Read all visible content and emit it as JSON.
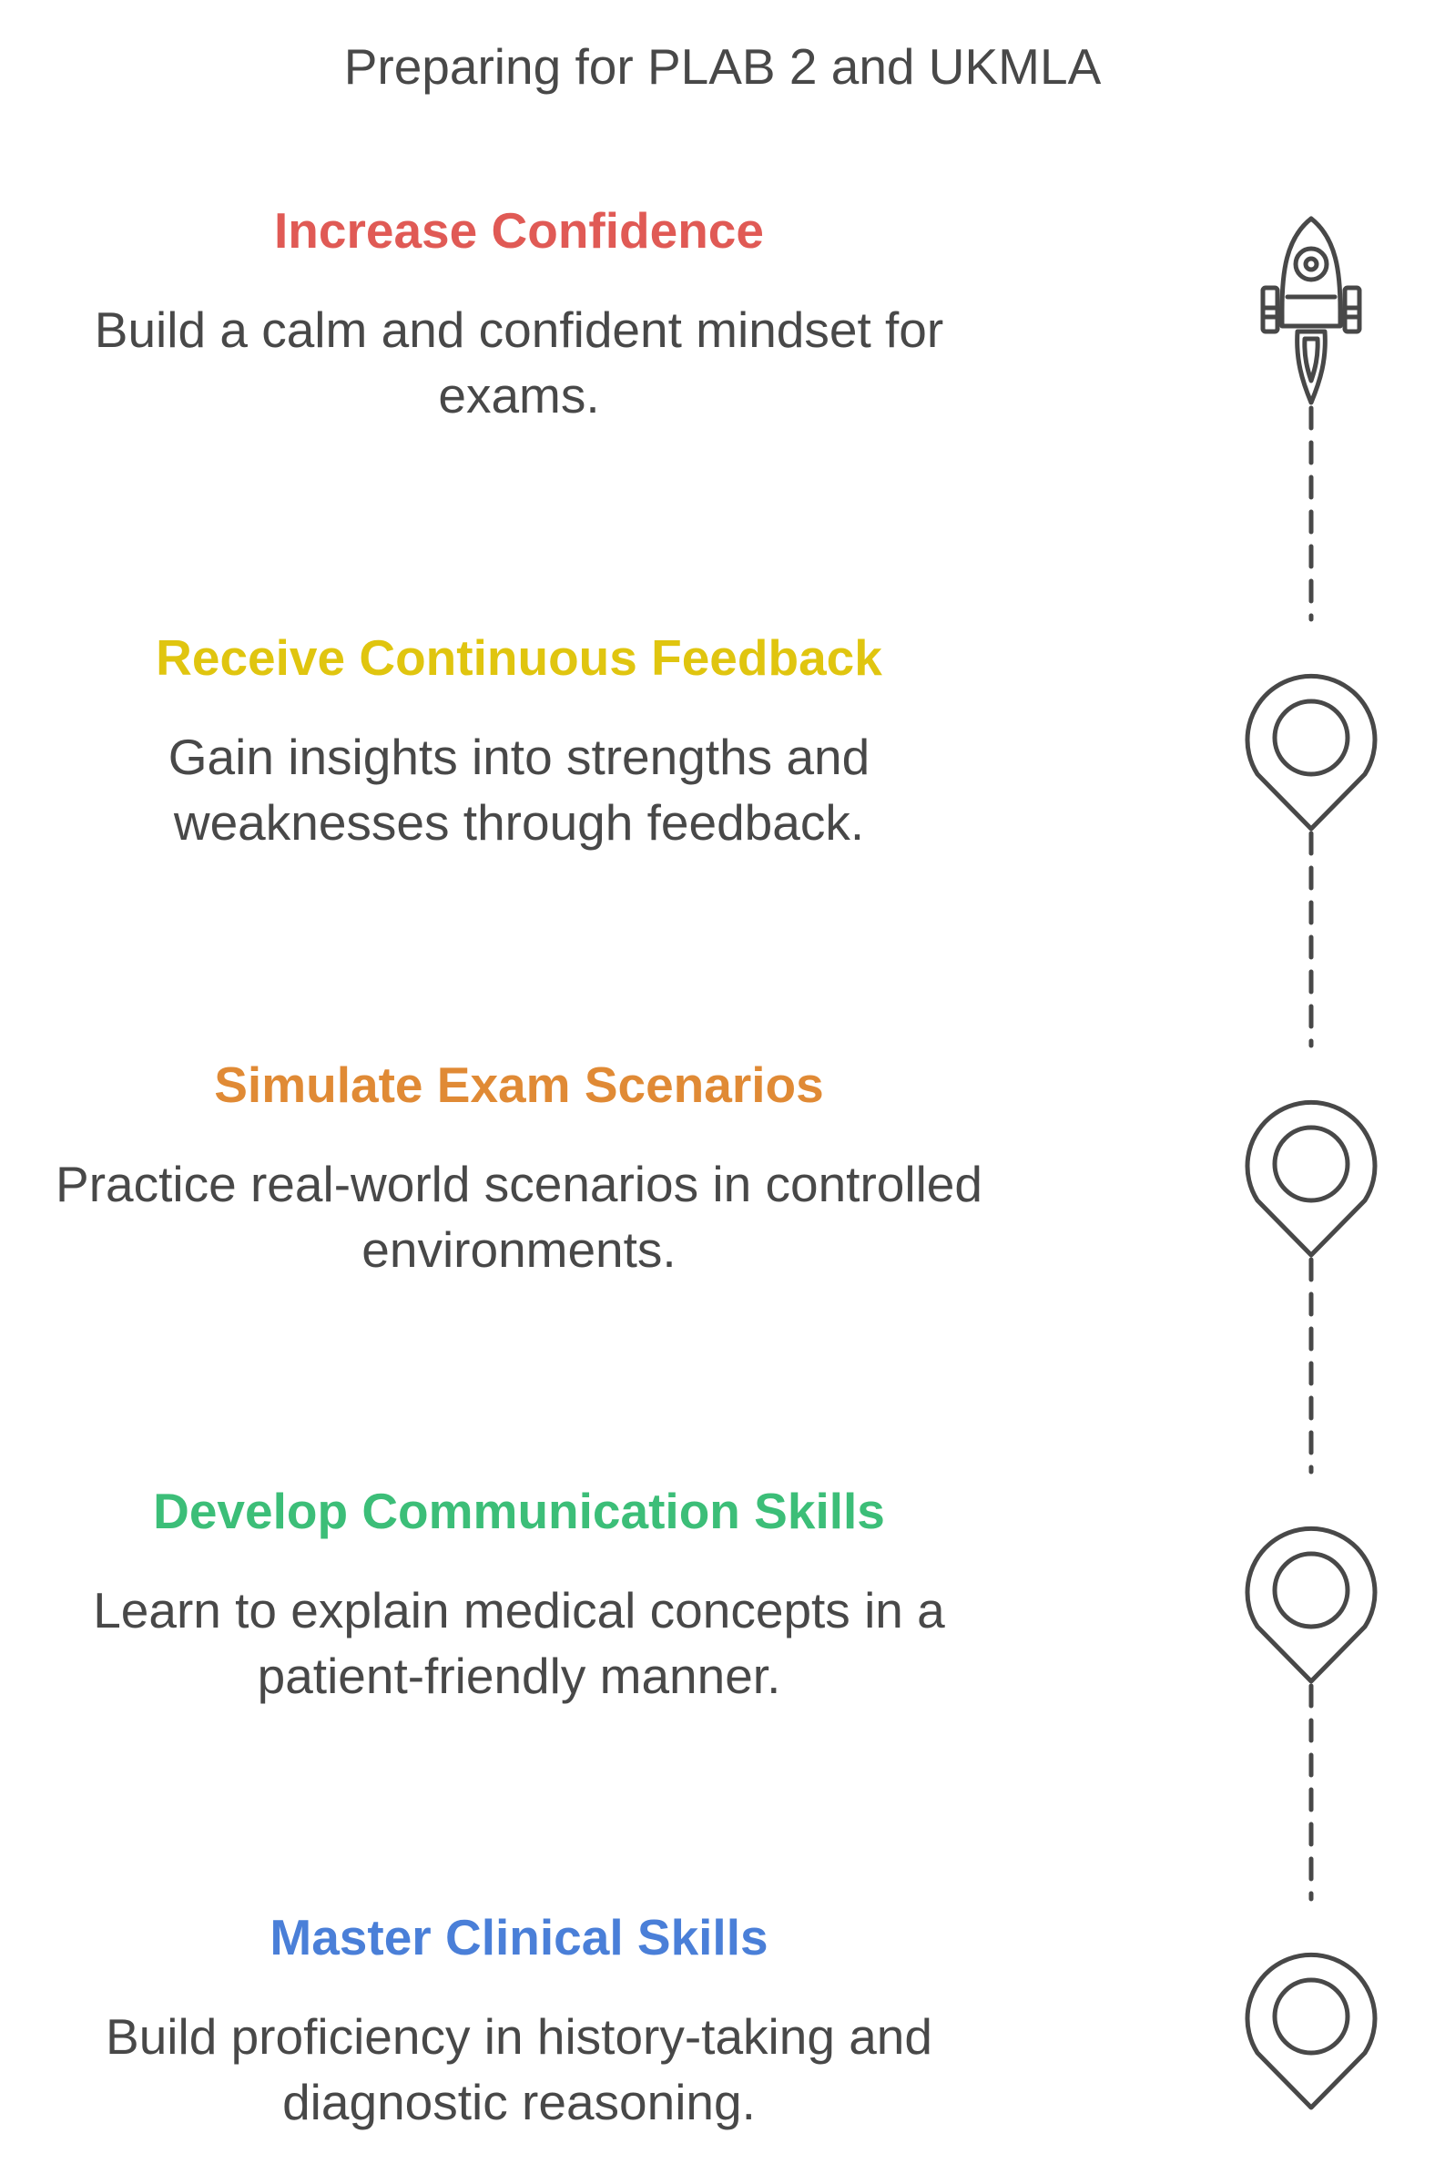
{
  "title": "Preparing for PLAB 2 and UKMLA",
  "steps": [
    {
      "title": "Increase Confidence",
      "description": "Build a calm and confident mindset for exams.",
      "color": "#e05a55",
      "icon": "rocket-icon"
    },
    {
      "title": "Receive Continuous Feedback",
      "description": "Gain insights into strengths and weaknesses through feedback.",
      "color": "#e0c50f",
      "icon": "map-pin-icon"
    },
    {
      "title": "Simulate Exam Scenarios",
      "description": "Practice real-world scenarios in controlled environments.",
      "color": "#e08a35",
      "icon": "map-pin-icon"
    },
    {
      "title": "Develop Communication Skills",
      "description": "Learn to explain medical concepts in a patient-friendly manner.",
      "color": "#3cbe78",
      "icon": "map-pin-icon"
    },
    {
      "title": "Master Clinical Skills",
      "description": "Build proficiency in history-taking and diagnostic reasoning.",
      "color": "#4a7fd8",
      "icon": "map-pin-icon"
    }
  ]
}
